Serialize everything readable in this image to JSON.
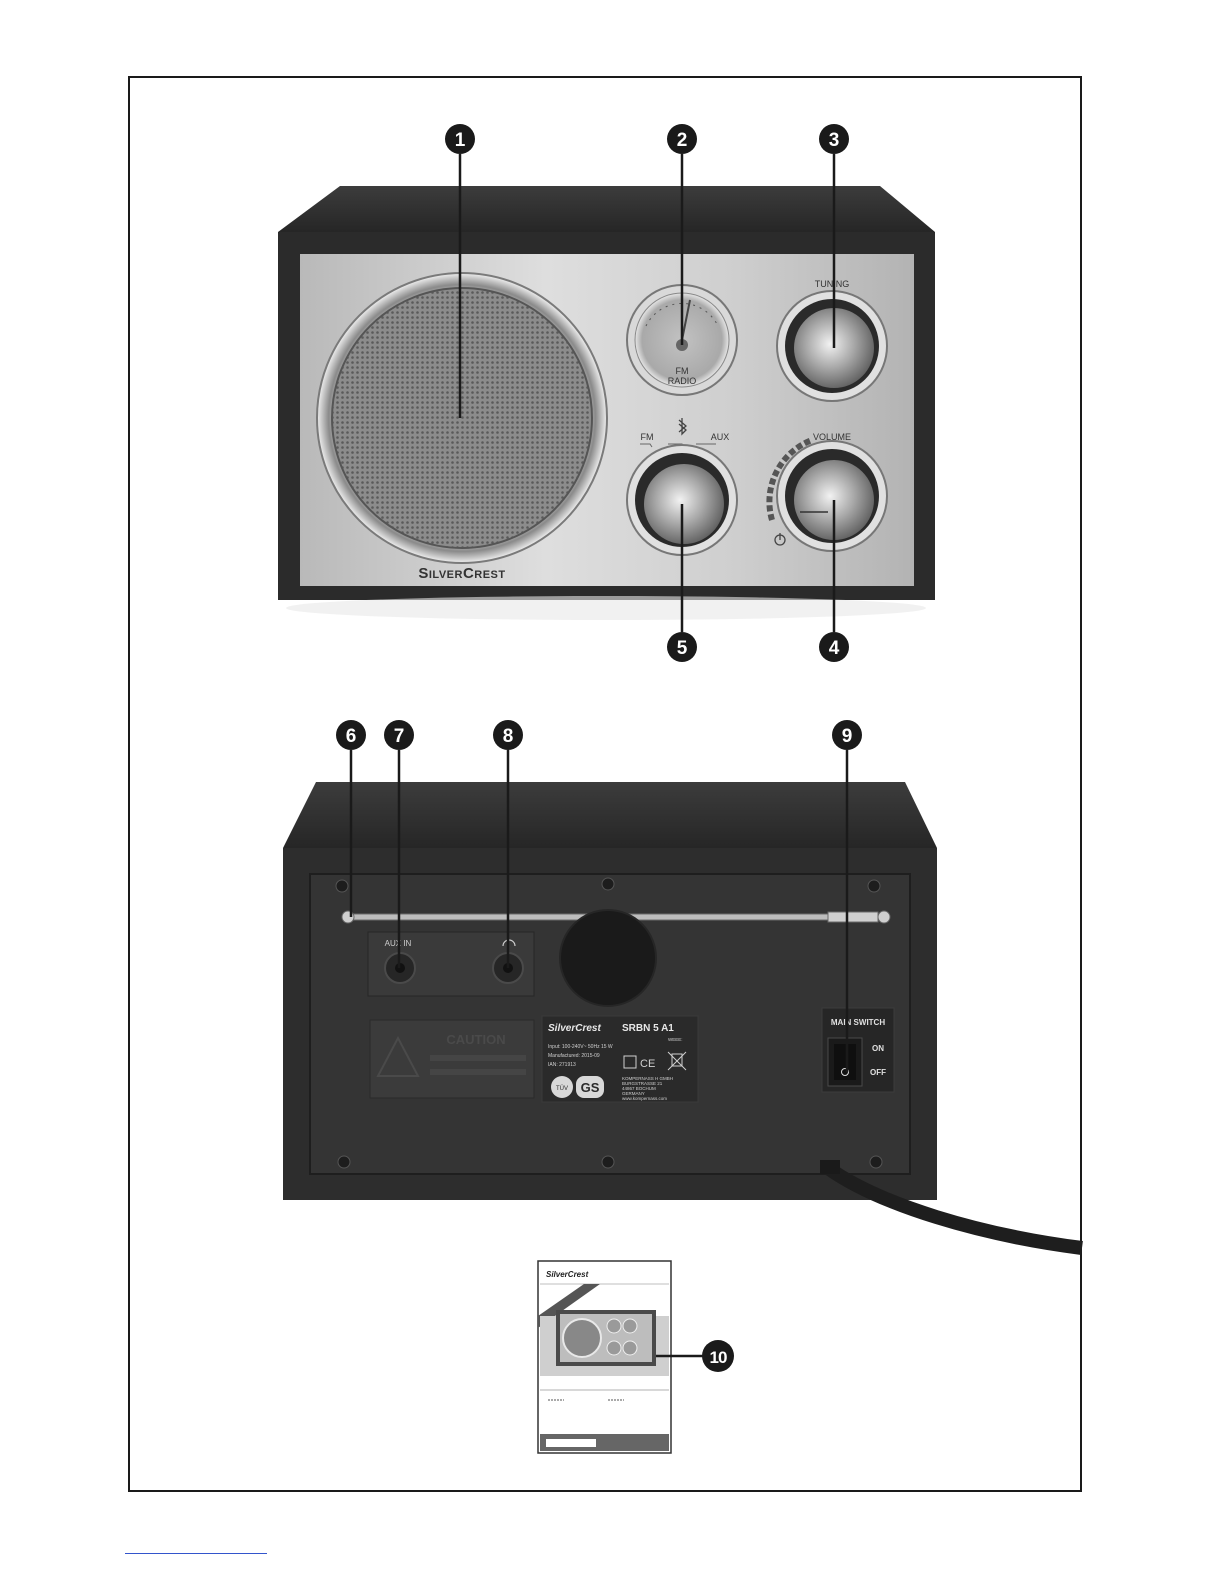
{
  "front": {
    "brand": "SilverCrest",
    "dial_band": "FM",
    "dial_band2": "RADIO",
    "tuning_label": "TUNING",
    "mode_fm": "FM",
    "mode_aux": "AUX",
    "volume_label": "VOLUME",
    "power_icon": "power-icon",
    "bluetooth_icon": "bluetooth-icon"
  },
  "back": {
    "aux_in_label": "AUX IN",
    "headphone_icon": "headphone-icon",
    "main_switch_label": "MAIN SWITCH",
    "on_label": "ON",
    "off_label": "OFF",
    "warning_label": "CAUTION",
    "rating_brand": "SilverCrest",
    "rating_model": "SRBN 5 A1",
    "rating_input": "Input: 100-240V~ 50Hz  15 W",
    "rating_manufactured": "Manufactured: 2015-09",
    "rating_ian": "IAN: 271913",
    "rating_weee": "WEEE:",
    "rating_company": "KOMPERNASS H GMBH",
    "rating_street": "BURGSTRASSE 21",
    "rating_city": "44867 BOCHUM",
    "rating_country": "GERMANY",
    "rating_web": "www.kompernass.com",
    "mark_gs": "GS",
    "mark_tuv": "TÜV",
    "mark_ce": "CE"
  },
  "manual": {
    "brand": "SilverCrest"
  },
  "callouts": [
    "1",
    "2",
    "3",
    "4",
    "5",
    "6",
    "7",
    "8",
    "9",
    "10"
  ],
  "colors": {
    "cabinet": "#2a2a2a",
    "panel": "#c9c9c9",
    "callout": "#1a1a1a"
  }
}
